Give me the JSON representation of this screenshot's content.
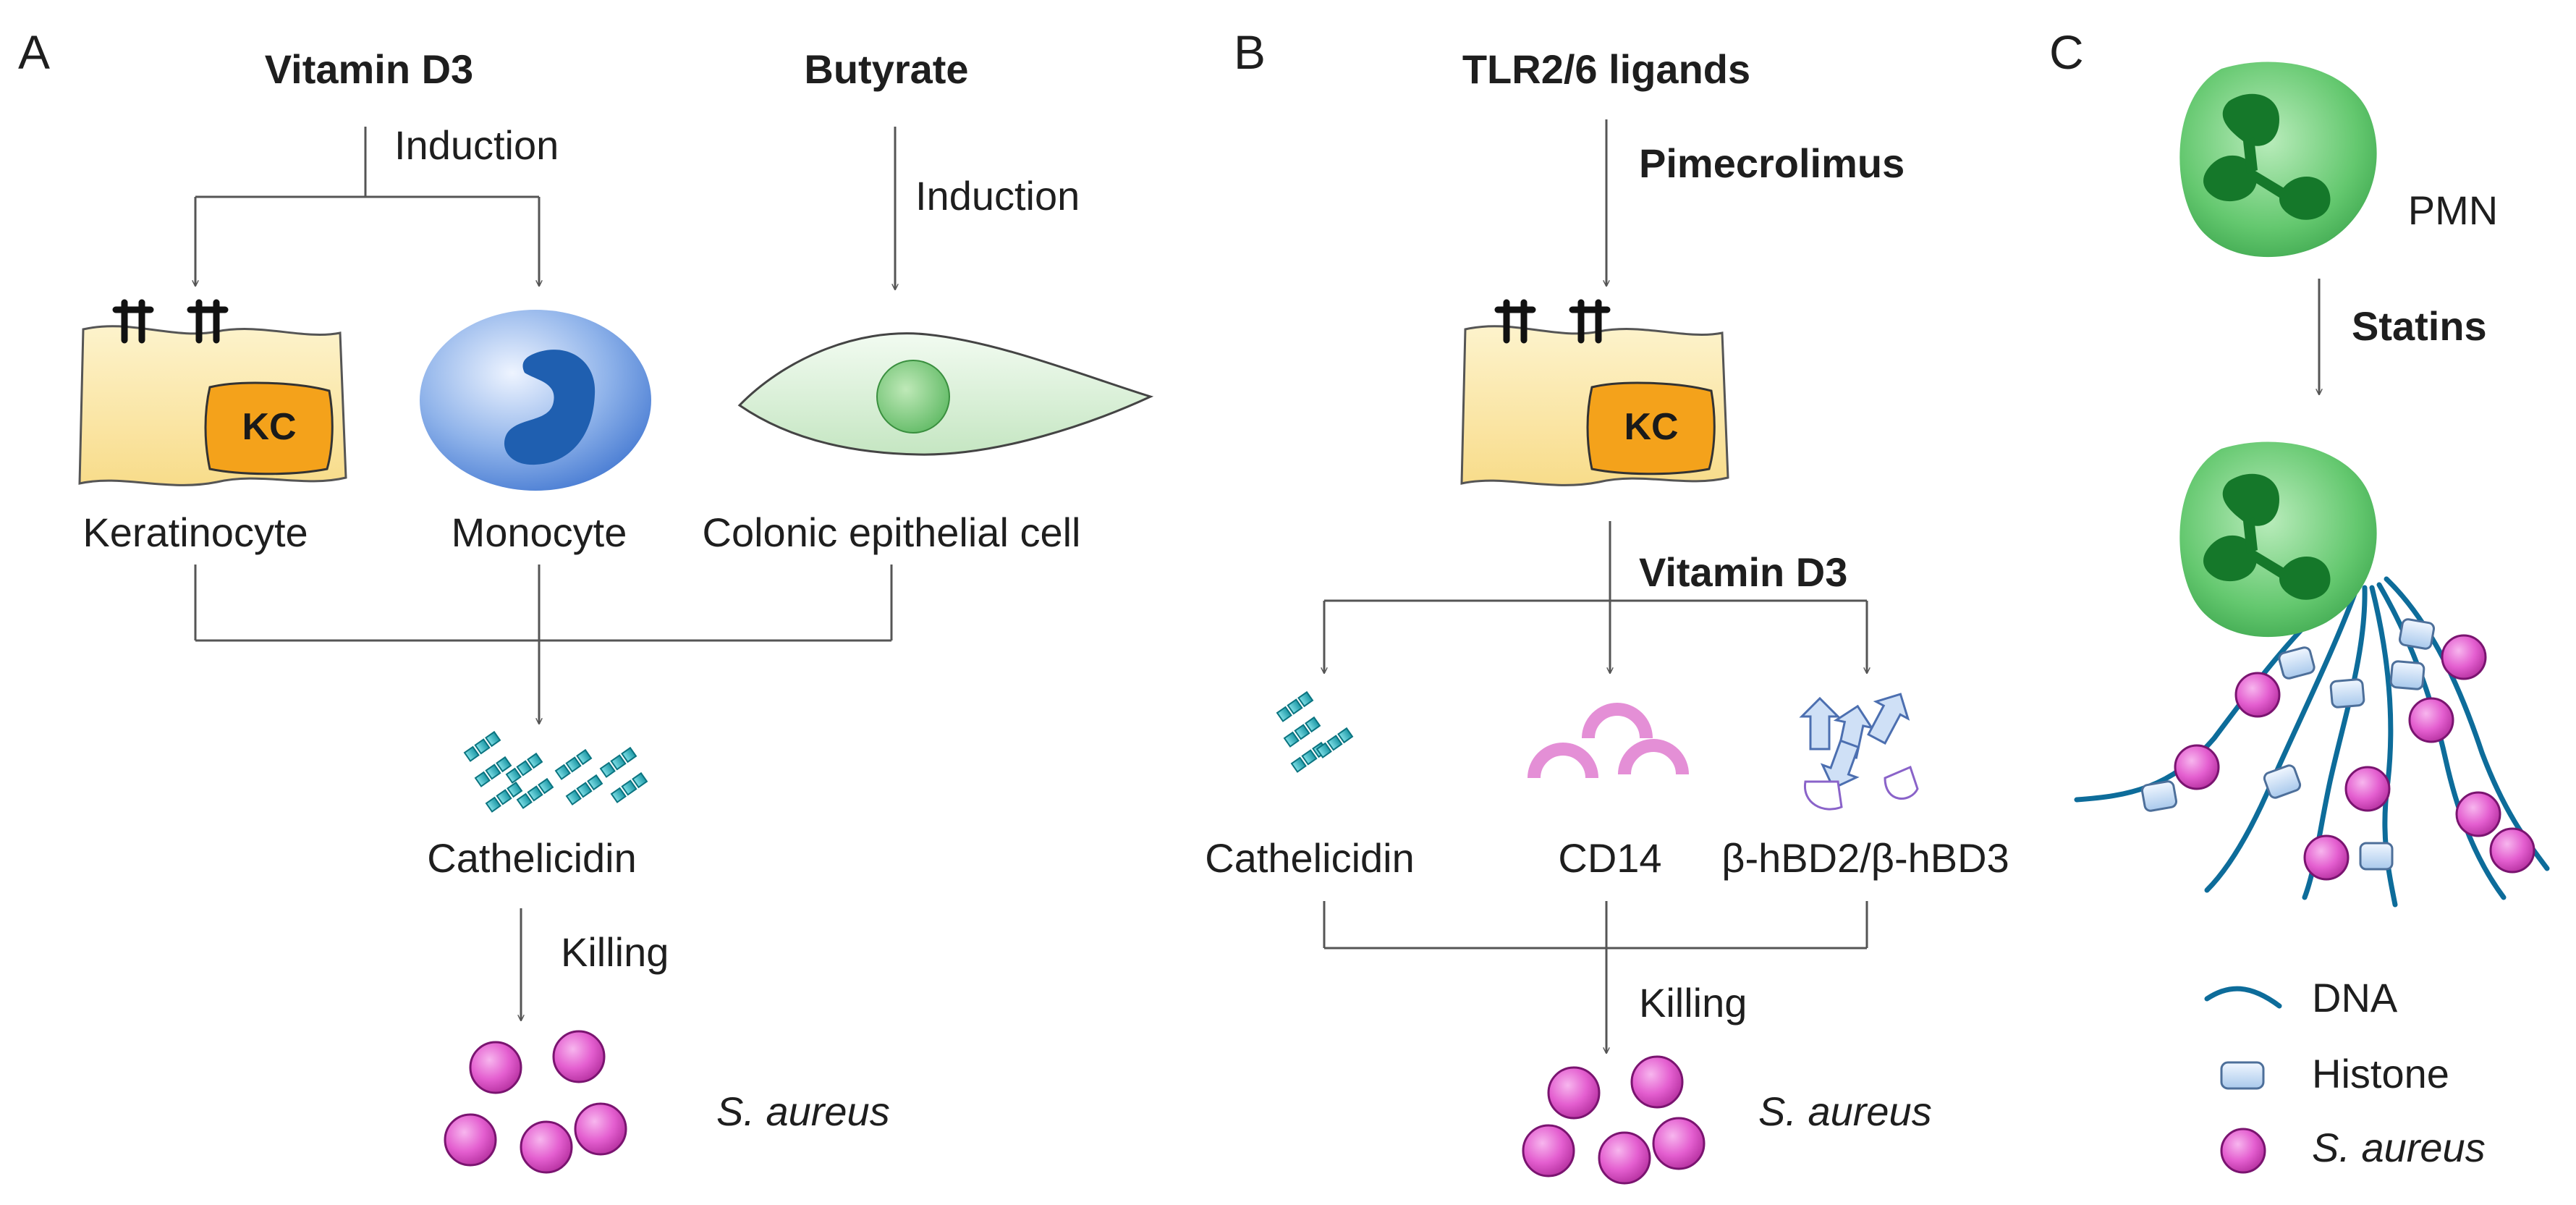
{
  "panels": {
    "a": "A",
    "b": "B",
    "c": "C"
  },
  "panel_a": {
    "vitamin_d3": "Vitamin D3",
    "butyrate": "Butyrate",
    "induction_1": "Induction",
    "induction_2": "Induction",
    "kc": "KC",
    "keratinocyte": "Keratinocyte",
    "monocyte": "Monocyte",
    "colonic": "Colonic epithelial cell",
    "cathelicidin": "Cathelicidin",
    "killing": "Killing",
    "s_aureus": "S. aureus"
  },
  "panel_b": {
    "tlr": "TLR2/6 ligands",
    "pimecrolimus": "Pimecrolimus",
    "kc": "KC",
    "vitamin_d3": "Vitamin D3",
    "cathelicidin": "Cathelicidin",
    "cd14": "CD14",
    "hbd": "β-hBD2/β-hBD3",
    "killing": "Killing",
    "s_aureus": "S. aureus"
  },
  "panel_c": {
    "pmn": "PMN",
    "statins": "Statins",
    "legend": [
      {
        "label": "DNA"
      },
      {
        "label": "Histone"
      },
      {
        "label": "S. aureus"
      }
    ]
  },
  "colors": {
    "keratinocyte": "#fbe7a6",
    "kc_nucleus": "#f4a21b",
    "monocyte": "#6f9ee0",
    "colonic_cell": "#d9f0d8",
    "pmn": "#5cc36a",
    "bacteria": "#e45fd0",
    "peptide": "#2bb3c1",
    "dna": "#0d6c9a",
    "histone": "#cfe2f7"
  }
}
